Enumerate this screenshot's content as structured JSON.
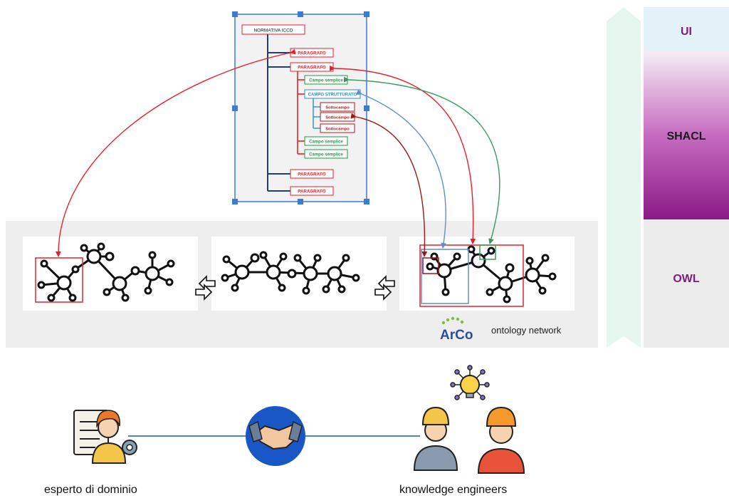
{
  "doc": {
    "root": "NORMATIVA ICCD",
    "par1": "PARAGRAFO",
    "par2": "PARAGRAFO",
    "cs1": "Campo semplice",
    "cstr": "CAMPO STRUTTURATO",
    "sc1": "Sottocampo",
    "sc2": "Sottocampo",
    "sc3": "Sottocampo",
    "cs2": "Campo semplice",
    "cs3": "Campo semplice",
    "par3": "PARAGRAFO",
    "par4": "PARAGRAFO"
  },
  "network": {
    "logo_text": "ArCo",
    "caption": "ontology network"
  },
  "layers": {
    "ui": "UI",
    "shacl": "SHACL",
    "owl": "OWL"
  },
  "people": {
    "domain_expert": "esperto di dominio",
    "engineers": "knowledge engineers"
  },
  "colors": {
    "paragraph": "#e8202a",
    "simple_field": "#1f9a4a",
    "structured_field": "#2b8fd6",
    "subfield": "#b01818",
    "layer_text": "#7a1f7a",
    "handshake_circle": "#1957c6",
    "band": "#eeeeee",
    "arrow": "#e6f5ee"
  }
}
